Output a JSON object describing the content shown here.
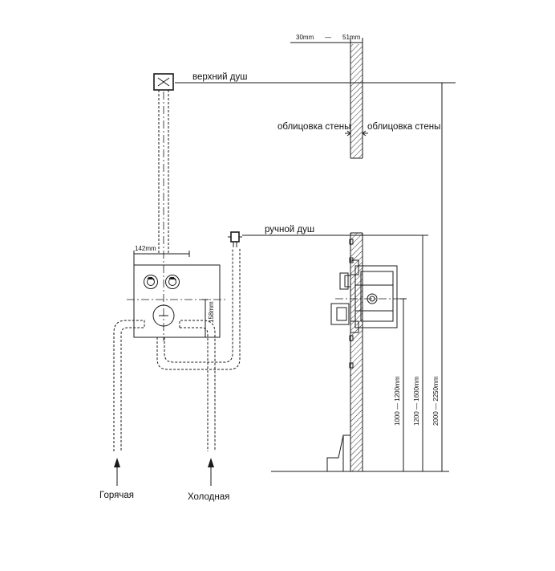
{
  "labels": {
    "top_shower": "верхний душ",
    "hand_shower": "ручной душ",
    "wall_cladding_left": "облицовка стены",
    "wall_cladding_right": "облицовка стены",
    "hot": "Горячая",
    "cold": "Холодная"
  },
  "dimensions": {
    "wall_thickness_min": "30mm",
    "dash": "—",
    "wall_thickness_max": "51mm",
    "box_width": "142mm",
    "box_height": "158mm",
    "height_range_1": "1000 — 1200mm",
    "height_range_2": "1200 — 1600mm",
    "height_range_3": "2000 — 2250mm"
  }
}
